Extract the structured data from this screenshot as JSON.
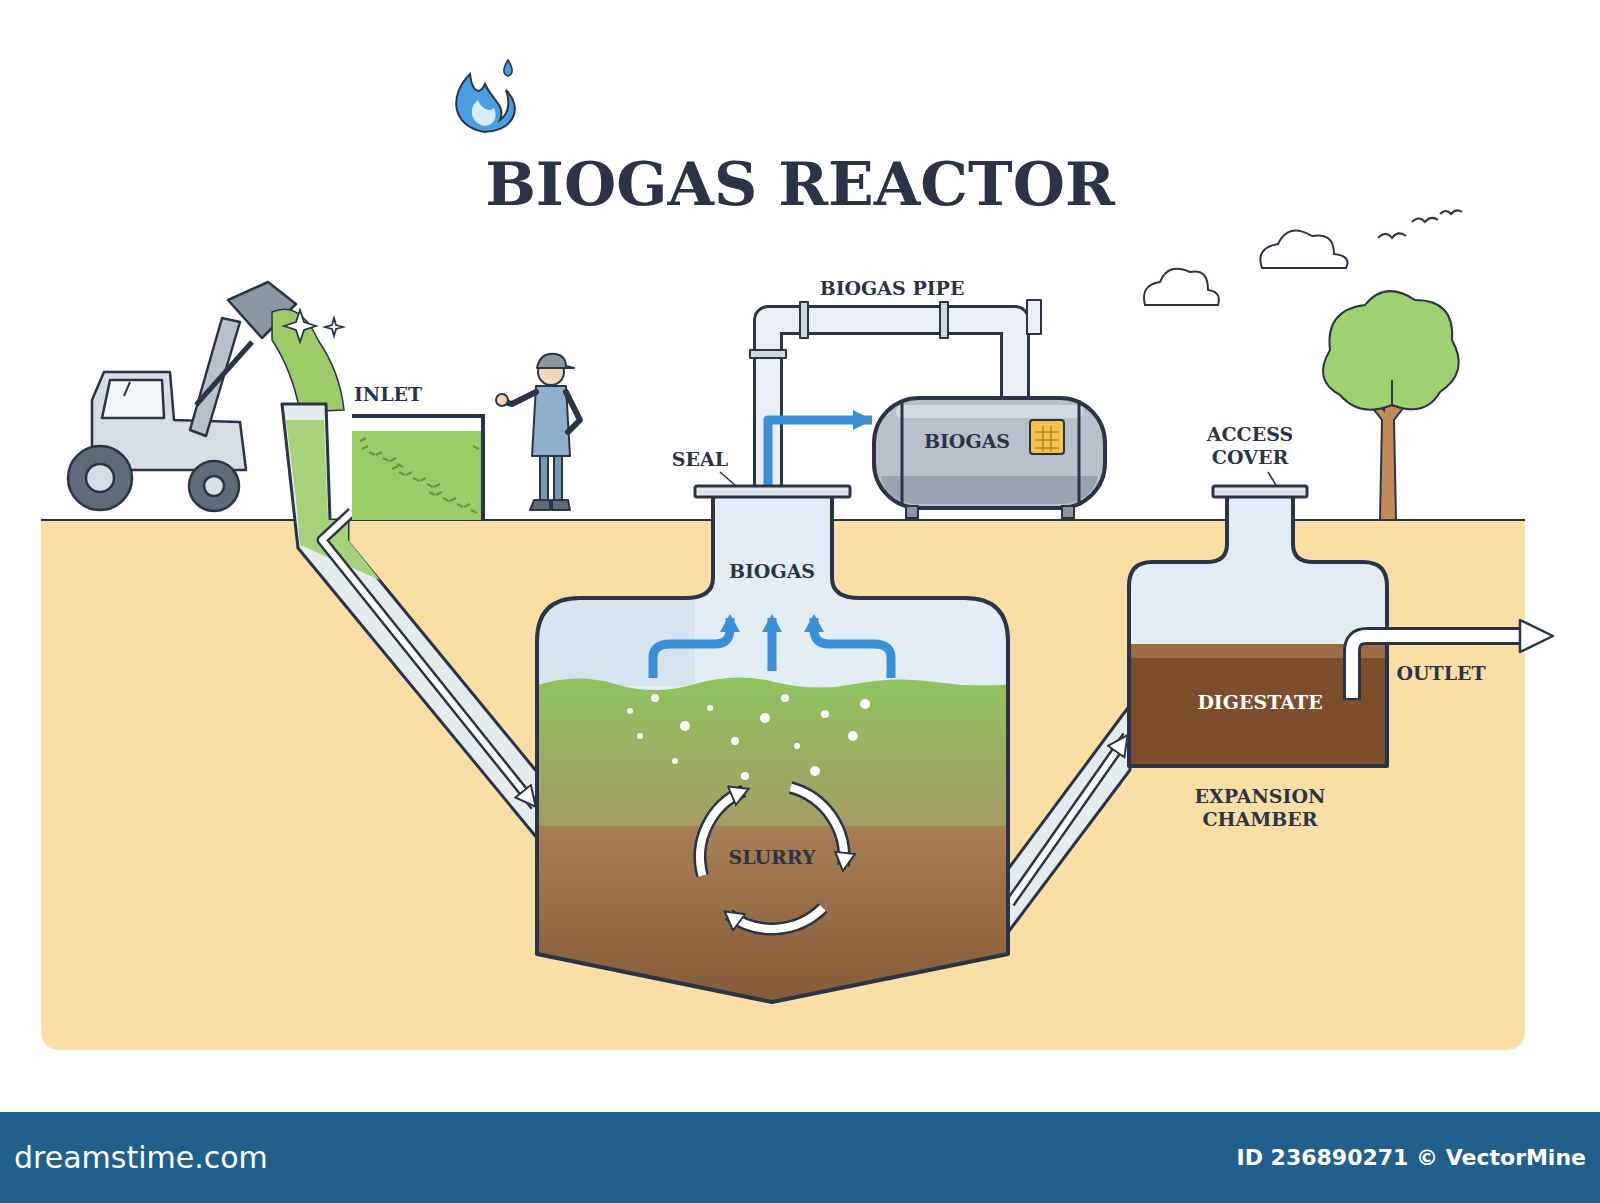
{
  "diagram": {
    "title": "BIOGAS REACTOR",
    "nodes": [
      {
        "text": [
          "BIOGAS",
          "SLURRY"
        ]
      },
      {
        "text": [
          "BIOGAS"
        ]
      },
      {
        "text": [
          "DIGESTATE",
          "EXPANSION CHAMBER"
        ]
      },
      {
        "text": [
          "INLET"
        ]
      }
    ],
    "edges": [
      {
        "from": 3,
        "to": 0,
        "arrow": "to"
      },
      {
        "from": 0,
        "to": 1,
        "label": "BIOGAS PIPE",
        "arrow": "to"
      },
      {
        "from": 0,
        "to": 2,
        "arrow": "to"
      }
    ],
    "labels": [
      "SEAL",
      "ACCESS COVER",
      "OUTLET",
      "dreamstime.com",
      "ID 236890271 © VectorMine"
    ]
  }
}
